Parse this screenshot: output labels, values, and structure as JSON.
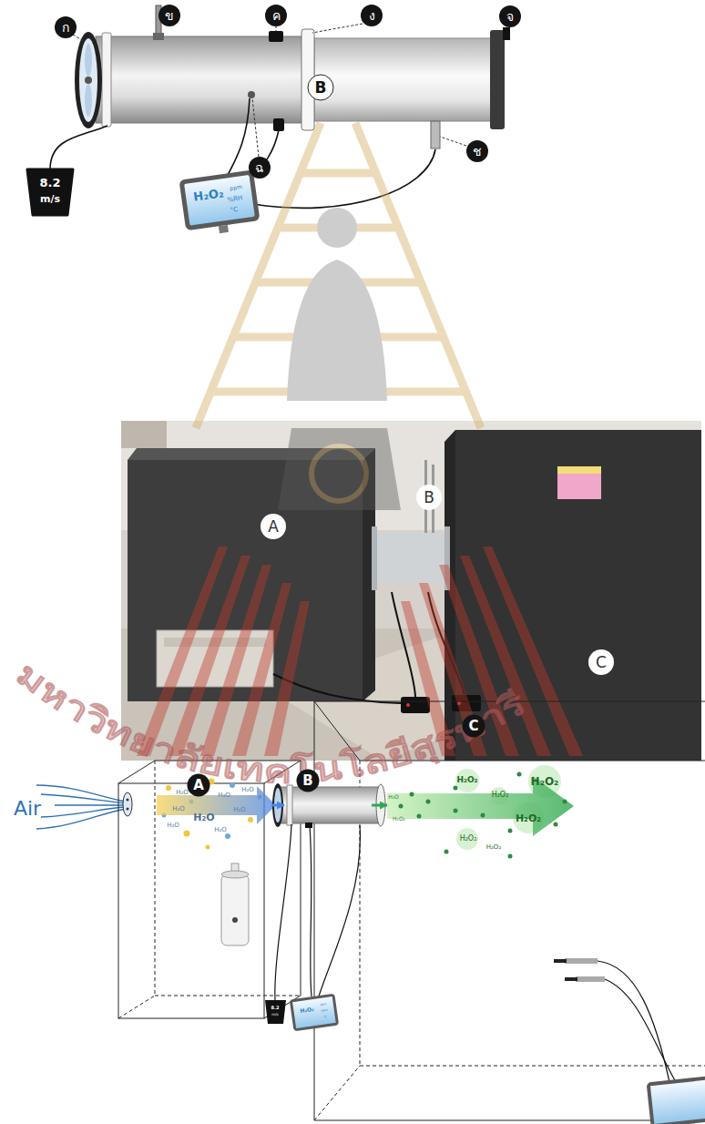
{
  "diagram": {
    "nodes": [
      {
        "text": [
          "A"
        ]
      },
      {
        "text": [
          "B"
        ]
      },
      {
        "text": [
          "C"
        ]
      }
    ],
    "edges": [
      {
        "from": 0,
        "to": 1,
        "arrow": "to"
      },
      {
        "from": 1,
        "to": 2,
        "arrow": "to"
      }
    ],
    "labels": [
      "ก",
      "ข",
      "ค",
      "ง",
      "จ",
      "B",
      "ฉ",
      "ช",
      "8.2",
      "m/s",
      "H₂O₂",
      "ppm",
      "%RH",
      "°C",
      "A",
      "B",
      "C",
      "มหาวิทยาลัยเทคโนโลยีสุรนารี",
      "Air",
      "H₂O",
      "H₂O",
      "H₂O",
      "H₂O",
      "H₂O",
      "H₂O",
      "H₂O",
      "H₂O",
      "H₂O",
      "H₂O",
      "H₂O₂",
      "H₂O₂",
      "H₂O₂",
      "H₂O₂",
      "H₂O₂",
      "H₂O₂",
      "H₂O₂",
      "8.2",
      "m/s",
      "H₂O₂",
      "ppm",
      "%RH",
      "°C"
    ]
  }
}
